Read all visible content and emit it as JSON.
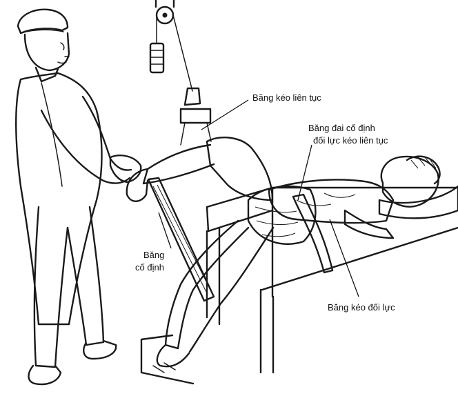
{
  "labels": {
    "continuous_traction_band": "Băng kéo liên tục",
    "counter_belt_line1": "Băng đai cố định",
    "counter_belt_line2": "đối lực kéo liên tục",
    "fixation_band_line1": "Băng",
    "fixation_band_line2": "cố định",
    "counter_traction_band": "Băng kéo đối lực"
  }
}
